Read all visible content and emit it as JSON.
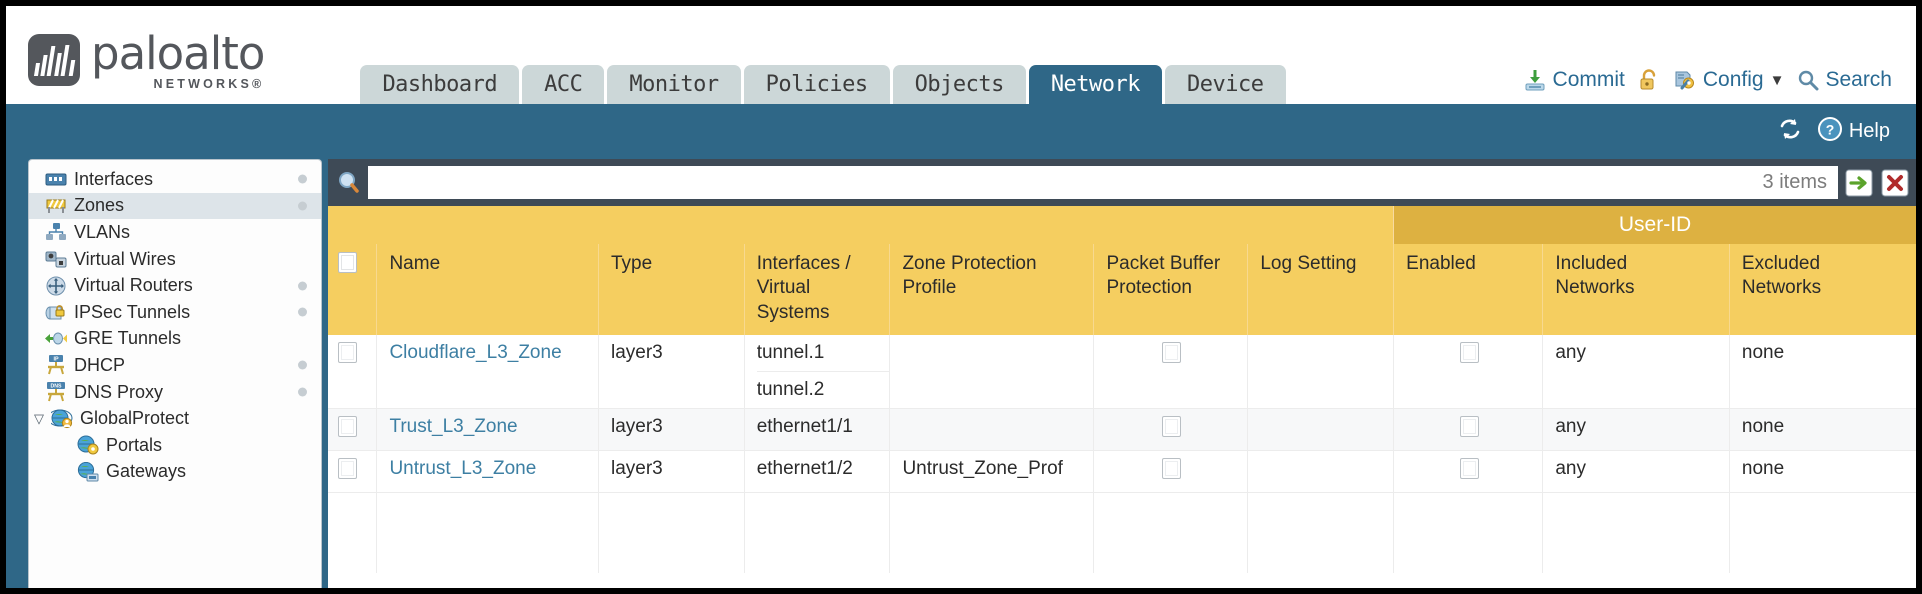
{
  "brand": {
    "name": "paloalto",
    "sub": "NETWORKS®"
  },
  "nav": {
    "tabs": [
      {
        "label": "Dashboard",
        "active": false
      },
      {
        "label": "ACC",
        "active": false
      },
      {
        "label": "Monitor",
        "active": false
      },
      {
        "label": "Policies",
        "active": false
      },
      {
        "label": "Objects",
        "active": false
      },
      {
        "label": "Network",
        "active": true
      },
      {
        "label": "Device",
        "active": false
      }
    ]
  },
  "header_actions": {
    "commit": "Commit",
    "config": "Config",
    "search": "Search"
  },
  "bluebar": {
    "help": "Help"
  },
  "sidebar": {
    "items": [
      {
        "label": "Interfaces",
        "icon": "interfaces-icon",
        "selected": false,
        "dot": true,
        "child": false,
        "expander": false
      },
      {
        "label": "Zones",
        "icon": "zones-icon",
        "selected": true,
        "dot": true,
        "child": false,
        "expander": false
      },
      {
        "label": "VLANs",
        "icon": "vlans-icon",
        "selected": false,
        "dot": false,
        "child": false,
        "expander": false
      },
      {
        "label": "Virtual Wires",
        "icon": "virtual-wires-icon",
        "selected": false,
        "dot": false,
        "child": false,
        "expander": false
      },
      {
        "label": "Virtual Routers",
        "icon": "virtual-routers-icon",
        "selected": false,
        "dot": true,
        "child": false,
        "expander": false
      },
      {
        "label": "IPSec Tunnels",
        "icon": "ipsec-tunnels-icon",
        "selected": false,
        "dot": true,
        "child": false,
        "expander": false
      },
      {
        "label": "GRE Tunnels",
        "icon": "gre-tunnels-icon",
        "selected": false,
        "dot": false,
        "child": false,
        "expander": false
      },
      {
        "label": "DHCP",
        "icon": "dhcp-icon",
        "selected": false,
        "dot": true,
        "child": false,
        "expander": false
      },
      {
        "label": "DNS Proxy",
        "icon": "dns-proxy-icon",
        "selected": false,
        "dot": true,
        "child": false,
        "expander": false
      },
      {
        "label": "GlobalProtect",
        "icon": "globalprotect-icon",
        "selected": false,
        "dot": false,
        "child": false,
        "expander": true
      },
      {
        "label": "Portals",
        "icon": "portals-icon",
        "selected": false,
        "dot": false,
        "child": true,
        "expander": false
      },
      {
        "label": "Gateways",
        "icon": "gateways-icon",
        "selected": false,
        "dot": false,
        "child": true,
        "expander": false
      }
    ]
  },
  "search": {
    "value": "",
    "placeholder": "",
    "item_count": "3 items"
  },
  "table": {
    "group_header": "User-ID",
    "columns": [
      "Name",
      "Type",
      "Interfaces / Virtual Systems",
      "Zone Protection Profile",
      "Packet Buffer Protection",
      "Log Setting",
      "Enabled",
      "Included Networks",
      "Excluded Networks"
    ],
    "columns_display": [
      "Name",
      "Type",
      "Interfaces /\nVirtual\nSystems",
      "Zone Protection\nProfile",
      "Packet Buffer\nProtection",
      "Log Setting",
      "Enabled",
      "Included\nNetworks",
      "Excluded\nNetworks"
    ],
    "rows": [
      {
        "selected": false,
        "name": "Cloudflare_L3_Zone",
        "type": "layer3",
        "interfaces": [
          "tunnel.1",
          "tunnel.2"
        ],
        "zone_protection_profile": "",
        "packet_buffer_protection": false,
        "log_setting": "",
        "userid_enabled": false,
        "included_networks": "any",
        "excluded_networks": "none"
      },
      {
        "selected": false,
        "name": "Trust_L3_Zone",
        "type": "layer3",
        "interfaces": [
          "ethernet1/1"
        ],
        "zone_protection_profile": "",
        "packet_buffer_protection": false,
        "log_setting": "",
        "userid_enabled": false,
        "included_networks": "any",
        "excluded_networks": "none"
      },
      {
        "selected": false,
        "name": "Untrust_L3_Zone",
        "type": "layer3",
        "interfaces": [
          "ethernet1/2"
        ],
        "zone_protection_profile": "Untrust_Zone_Prof",
        "packet_buffer_protection": false,
        "log_setting": "",
        "userid_enabled": false,
        "included_networks": "any",
        "excluded_networks": "none"
      }
    ]
  },
  "colors": {
    "brand_blue": "#2f6787",
    "table_header_yellow": "#f5ce60",
    "group_header_gold": "#ddb141",
    "search_bar_slate": "#3e4a56",
    "link_blue": "#3d7fa3",
    "tab_inactive": "#ccd7d8"
  }
}
